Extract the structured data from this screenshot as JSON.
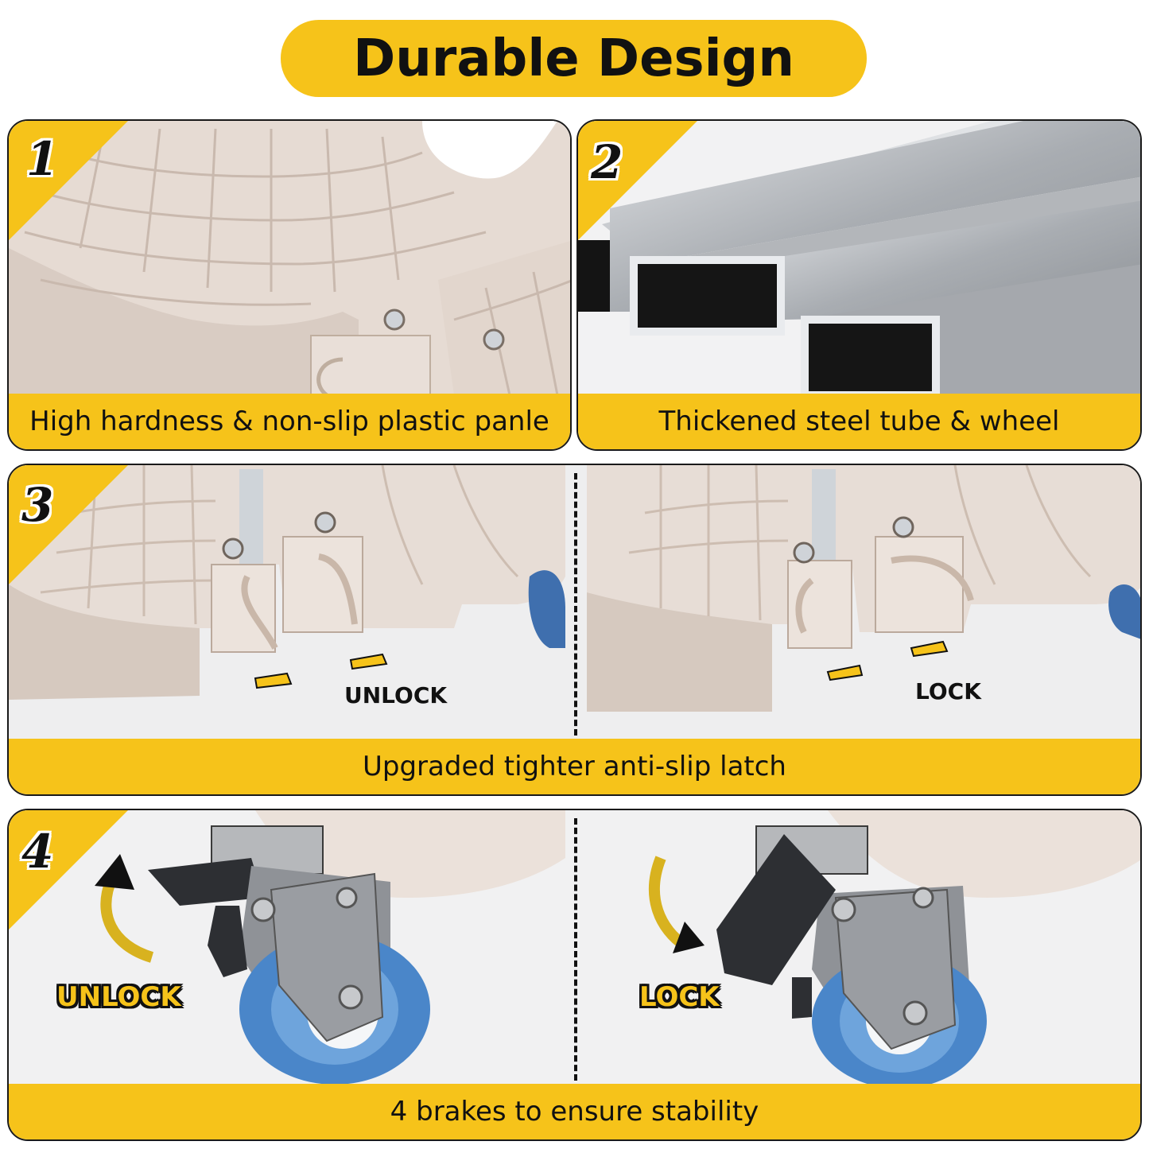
{
  "header": {
    "title": "Durable Design"
  },
  "colors": {
    "accent": "#f6c31a",
    "panel_beige": "#e7ddd6",
    "steel": "#b9bcc0",
    "wheel_blue": "#4a86c9"
  },
  "features": [
    {
      "number": "1",
      "caption": "High hardness & non-slip plastic panle"
    },
    {
      "number": "2",
      "caption": "Thickened steel tube & wheel"
    },
    {
      "number": "3",
      "caption": "Upgraded tighter anti-slip latch",
      "left_label": "UNLOCK",
      "right_label": "LOCK"
    },
    {
      "number": "4",
      "caption": "4 brakes to ensure stability",
      "left_label": "UNLOCK",
      "right_label": "LOCK"
    }
  ]
}
